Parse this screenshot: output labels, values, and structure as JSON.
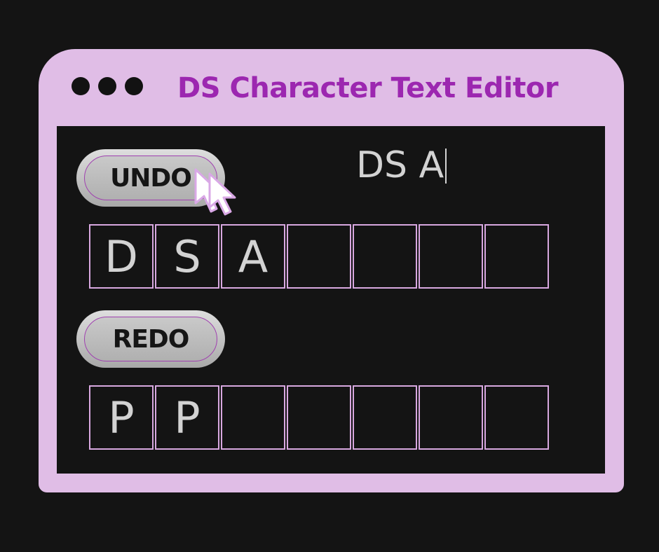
{
  "window": {
    "title": "DS Character Text Editor",
    "accent_color": "#9c27b0",
    "frame_color": "#e0bde6"
  },
  "toolbar": {
    "undo_label": "UNDO",
    "redo_label": "REDO"
  },
  "preview": {
    "text": "DS A"
  },
  "undo_stack": {
    "cells": [
      "D",
      "S",
      "A",
      "",
      "",
      "",
      ""
    ]
  },
  "redo_stack": {
    "cells": [
      "P",
      "P",
      "",
      "",
      "",
      "",
      ""
    ]
  },
  "icons": {
    "window_controls": "three-dots-icon",
    "pointer": "mouse-pointer-icon"
  }
}
